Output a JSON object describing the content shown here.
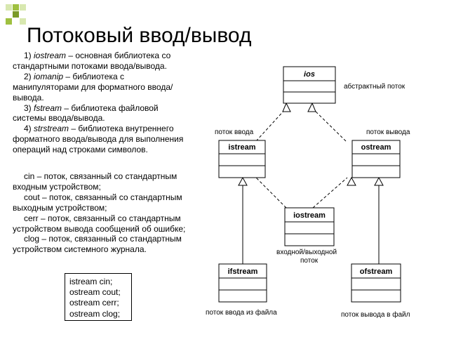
{
  "title": "Потоковый ввод/вывод",
  "libraries": [
    {
      "num": "1)",
      "name": "iostream",
      "desc": " – основная библиотека со стандартными потоками ввода/вывода."
    },
    {
      "num": "2)",
      "name": "iomanip",
      "desc": " – библиотека с манипуляторами для форматного ввода/вывода."
    },
    {
      "num": "3)",
      "name": "fstream",
      "desc": " – библиотека файловой системы ввода/вывода."
    },
    {
      "num": "4)",
      "name": "strstream",
      "desc": " – библиотека внутреннего форматного ввода/вывода для выполнения операций над строками символов."
    }
  ],
  "streams": [
    "cin – поток, связанный со стандартным входным устройством;",
    "cout – поток, связанный со стандартным выходным устройством;",
    "cerr – поток, связанный со стандартным устройством вывода сообщений об ошибке;",
    "clog – поток, связанный со стандартным устройством системного журнала."
  ],
  "code_lines": [
    "istream cin;",
    "ostream cout;",
    "ostream cerr;",
    "ostream clog;"
  ],
  "diagram": {
    "classes": {
      "ios": "ios",
      "istream": "istream",
      "ostream": "ostream",
      "iostream": "iostream",
      "ifstream": "ifstream",
      "ofstream": "ofstream"
    },
    "labels": {
      "abstract": "абстрактный поток",
      "input": "поток ввода",
      "output": "поток вывода",
      "io_line1": "входной/выходной",
      "io_line2": "поток",
      "file_input": "поток ввода из файла",
      "file_output": "поток вывода в файл"
    }
  },
  "colors": {
    "bullet": "#9fc040",
    "bullet_dark": "#7a9a28",
    "bullet_light": "#d8e8b0"
  }
}
